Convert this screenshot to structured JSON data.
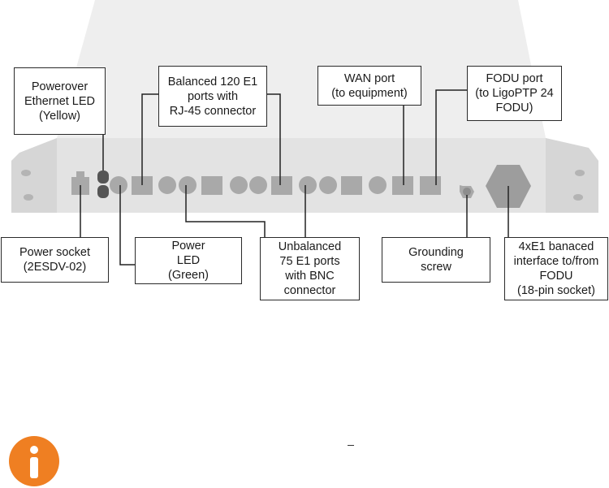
{
  "labels": {
    "poe_led": "Powerover\nEthernet LED\n(Yellow)",
    "balanced_e1": "Balanced 120 E1\nports with\nRJ-45 connector",
    "wan_port": "WAN port\n(to equipment)",
    "fodu_port": "FODU port\n(to LigoPTP 24\nFODU)",
    "power_socket": "Power socket\n(2ESDV-02)",
    "power_led": "Power\nLED\n(Green)",
    "unbalanced_e1": "Unbalanced\n75 E1 ports\nwith BNC\nconnector",
    "grounding_screw": "Grounding\nscrew",
    "fodu_interface": "4xE1 banaced\ninterface to/from\nFODU\n(18-pin socket)"
  },
  "colors": {
    "chassis_top": "#eeeeee",
    "chassis_front": "#e2e2e2",
    "rack_ears": "#d7d7d7",
    "ports": "#a9a9a9",
    "leader_lines": "#222222",
    "info_icon": "#ef7f22"
  },
  "icons": {
    "note": "info-icon"
  }
}
